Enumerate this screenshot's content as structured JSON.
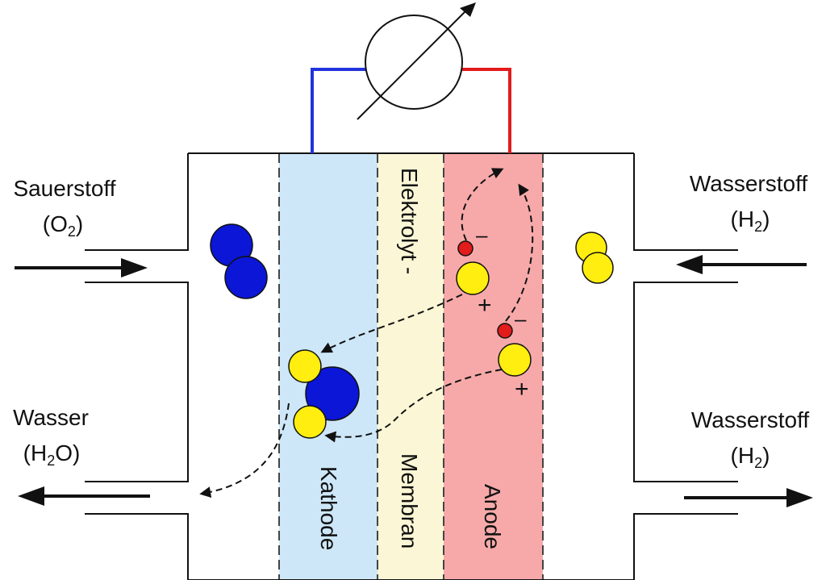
{
  "labels": {
    "inlet_left_name": "Sauerstoff",
    "inlet_left_formula_main": "(O",
    "inlet_left_formula_sub": "2",
    "inlet_left_formula_close": ")",
    "inlet_right_name": "Wasserstoff",
    "inlet_right_formula_main": "(H",
    "inlet_right_formula_sub": "2",
    "inlet_right_formula_close": ")",
    "outlet_left_name": "Wasser",
    "outlet_left_formula_main": "(H",
    "outlet_left_formula_sub": "2",
    "outlet_left_formula_close": "O)",
    "outlet_right_name": "Wasserstoff",
    "outlet_right_formula_main": "(H",
    "outlet_right_formula_sub": "2",
    "outlet_right_formula_close": ")",
    "cathode": "Kathode",
    "membrane": "Membran",
    "electrolyte": "Elektrolyt -",
    "anode": "Anode",
    "plus_sign": "+",
    "minus_sign": "–"
  },
  "colors": {
    "cathode_fill": "#cde7f8",
    "membrane_fill": "#fbf7d6",
    "anode_fill": "#f7a9a9",
    "oxygen_atom": "#0b16d6",
    "hydrogen_atom": "#ffee0f",
    "electron": "#e21b1b",
    "wire_negative": "#2233dd",
    "wire_positive": "#e21b1b"
  }
}
